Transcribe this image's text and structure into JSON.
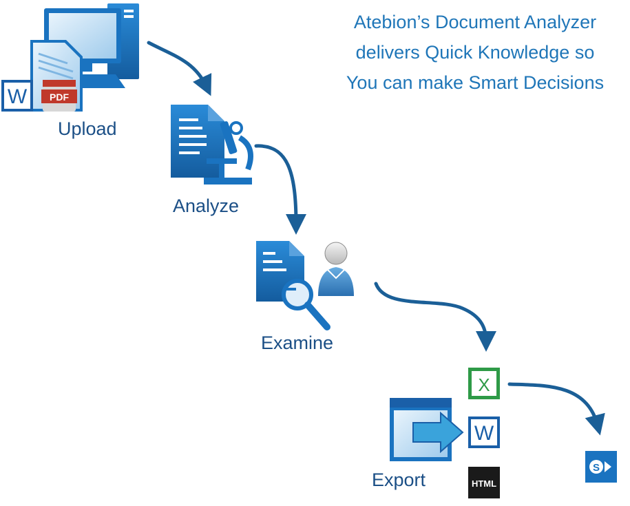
{
  "tagline": {
    "line1": "Atebion’s Document Analyzer",
    "line2": "delivers Quick Knowledge so",
    "line3": "You can make Smart Decisions"
  },
  "steps": {
    "upload": "Upload",
    "analyze": "Analyze",
    "examine": "Examine",
    "export": "Export"
  },
  "icons": {
    "pdf_text": "PDF",
    "word_letter": "W",
    "excel_letter": "X",
    "html_text": "HTML",
    "sharepoint_letter": "S"
  },
  "colors": {
    "arrow": "#1b5f97",
    "icon_blue": "#1a73c0",
    "text_blue": "#1f76b8",
    "excel_green": "#2e9a47",
    "pdf_red": "#c0392b"
  }
}
